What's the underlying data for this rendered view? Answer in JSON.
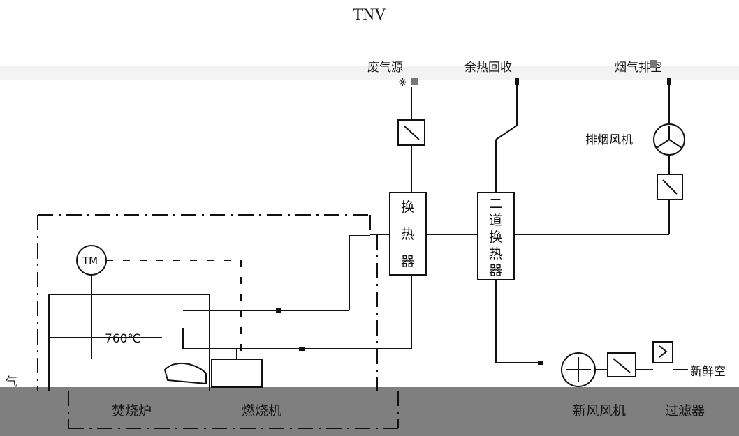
{
  "title": "TNV",
  "labels": {
    "exhaust_source": "废气源",
    "heat_recovery": "余热回收",
    "flue_gas_vent": "烟气排空",
    "exhaust_fan": "排烟风机",
    "heat_exchanger": [
      "换",
      "热",
      "器"
    ],
    "secondary_exchanger": [
      "二",
      "道",
      "换",
      "热",
      "器"
    ],
    "temperature": "760℃",
    "thermometer": "TM",
    "gas": "气",
    "incinerator": "焚烧炉",
    "burner": "燃烧机",
    "fresh_air_fan": "新风风机",
    "filter": "过滤器",
    "fresh_air": "新鲜空"
  },
  "colors": {
    "line": "#111111",
    "ground_band": "#7f7f7f",
    "background": "#ffffff"
  }
}
